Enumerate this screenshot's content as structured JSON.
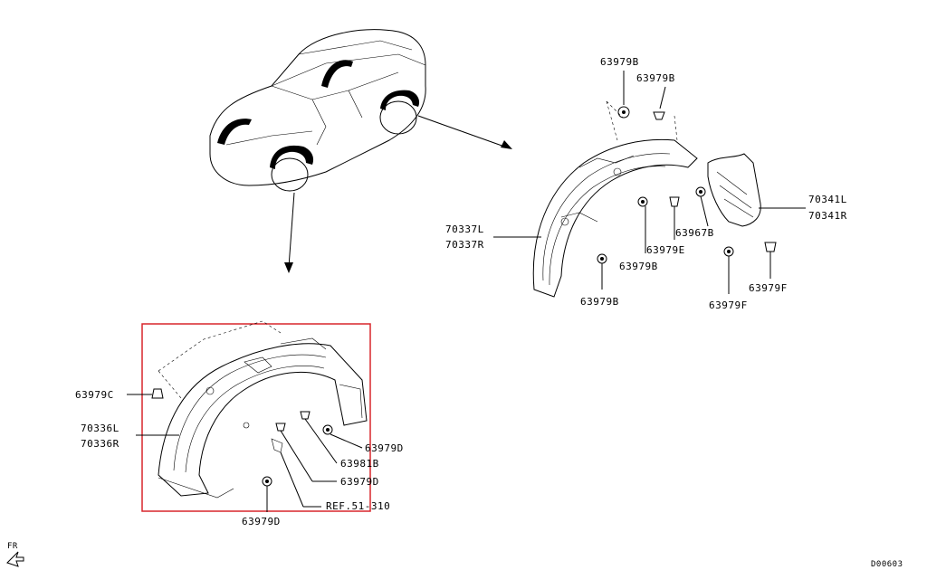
{
  "labels": {
    "clip_tr_1": "63979B",
    "clip_tr_2": "63979B",
    "part_rear_l": "70337L",
    "part_rear_r": "70337R",
    "clip_63979E": "63979E",
    "clip_63967B": "63967B",
    "part_side_l": "70341L",
    "part_side_r": "70341R",
    "clip_rear_b1": "63979B",
    "clip_rear_b2": "63979B",
    "clip_side_f1": "63979F",
    "clip_side_f2": "63979F",
    "clip_63979C": "63979C",
    "part_front_l": "70336L",
    "part_front_r": "70336R",
    "clip_front_d1": "63979D",
    "clip_63981B": "63981B",
    "clip_front_d2": "63979D",
    "ref": "REF.51-310",
    "clip_front_d3": "63979D",
    "direction": "FR",
    "diagram_code": "D00603"
  },
  "colors": {
    "highlight_box": "#d9262c",
    "line": "#000000"
  }
}
